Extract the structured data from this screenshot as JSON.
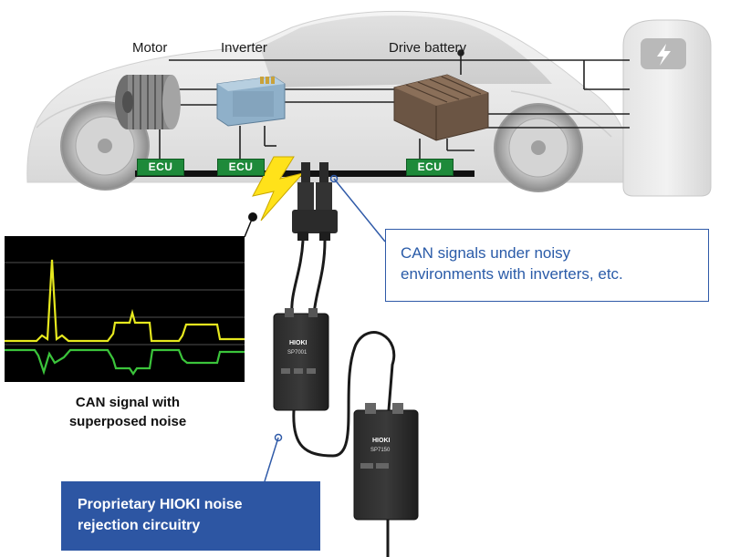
{
  "components": {
    "motor": "Motor",
    "inverter": "Inverter",
    "drive_battery": "Drive battery",
    "ecu_label": "ECU"
  },
  "callouts": {
    "noisy_can": {
      "line1": "CAN signals under noisy",
      "line2": "environments with inverters, etc."
    },
    "hioki_circuit": {
      "line1": "Proprietary HIOKI noise",
      "line2": "rejection circuitry"
    }
  },
  "oscilloscope": {
    "caption_line1": "CAN signal with",
    "caption_line2": "superposed noise"
  },
  "devices": {
    "brand": "HIOKI",
    "probe_model": "SP7001",
    "interface_model": "SP7150"
  },
  "colors": {
    "ecu_green": "#1e8a3a",
    "callout_blue": "#2d56a3",
    "signal_yellow": "#e6e81e",
    "signal_green": "#3bc43b",
    "lightning_yellow": "#ffe21a"
  }
}
